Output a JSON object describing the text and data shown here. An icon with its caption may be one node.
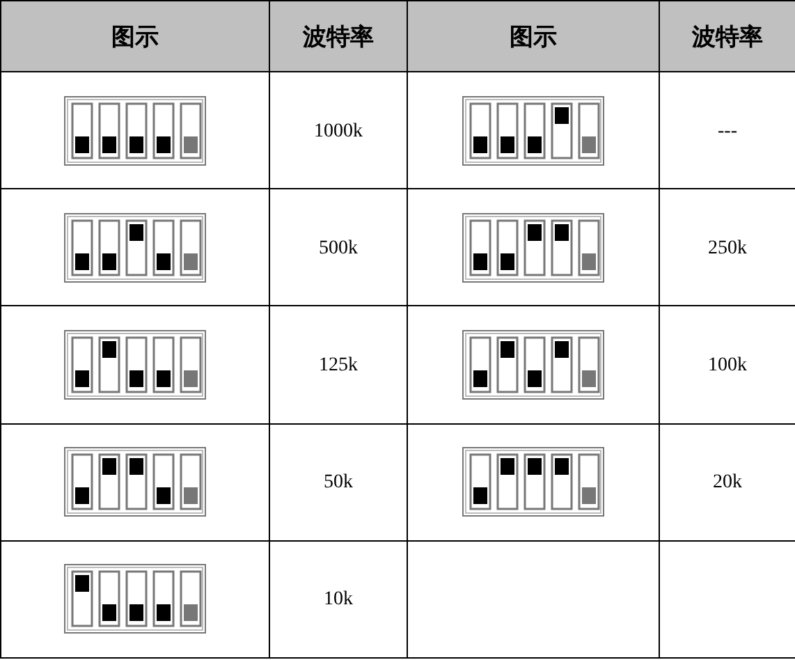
{
  "diagram": {
    "labels": [
      "图示",
      "波特率",
      "图示",
      "波特率",
      "1000k",
      "---",
      "500k",
      "250k",
      "125k",
      "100k",
      "50k",
      "20k",
      "10k"
    ]
  }
}
